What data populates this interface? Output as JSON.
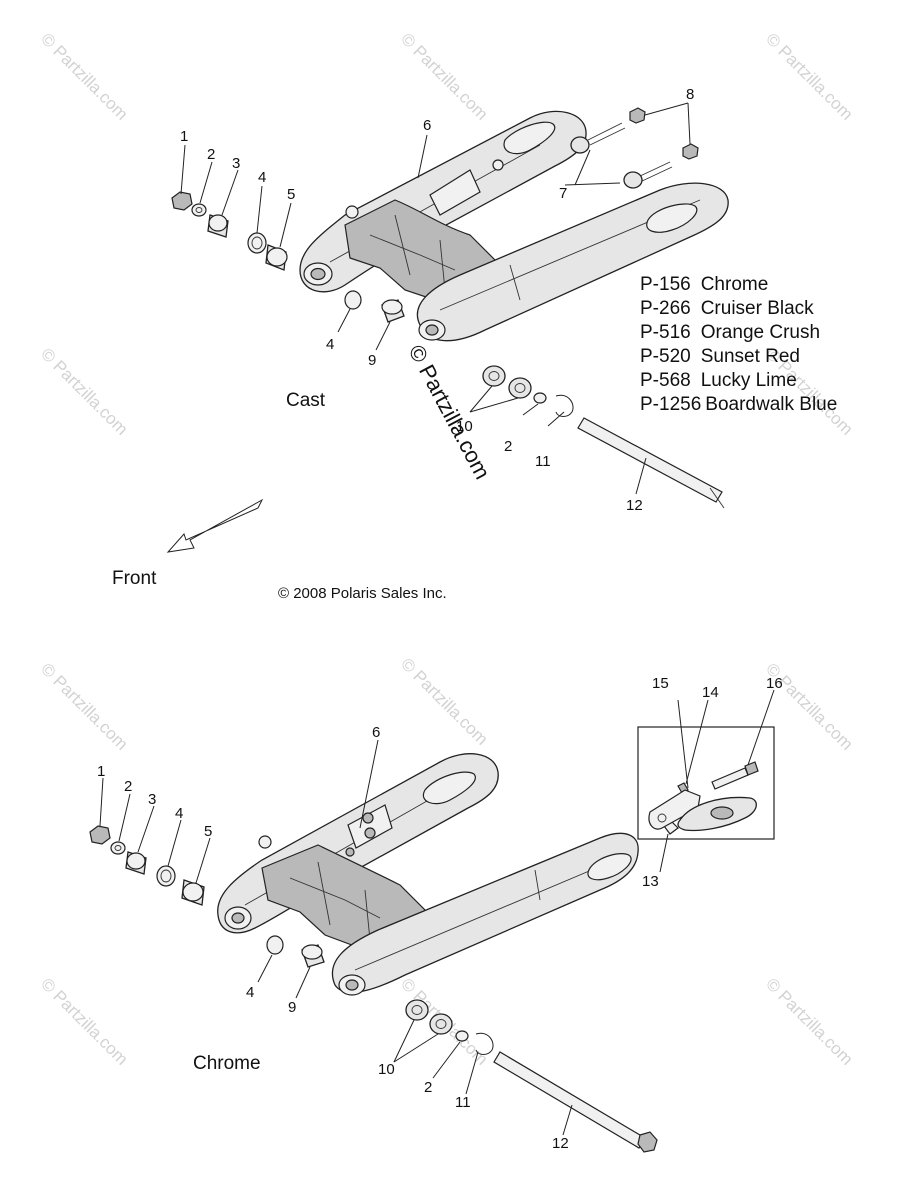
{
  "watermark": {
    "text": "© Partzilla.com"
  },
  "center_watermark": "© Partzilla.com",
  "copyright": "© 2008 Polaris Sales Inc.",
  "front_label": "Front",
  "top_view": {
    "variant_label": "Cast",
    "callouts": [
      "1",
      "2",
      "3",
      "4",
      "5",
      "6",
      "7",
      "8",
      "4",
      "9",
      "10",
      "2",
      "11",
      "12"
    ]
  },
  "bottom_view": {
    "variant_label": "Chrome",
    "callouts": [
      "1",
      "2",
      "3",
      "4",
      "5",
      "6",
      "4",
      "9",
      "10",
      "2",
      "11",
      "12",
      "13",
      "14",
      "15",
      "16"
    ]
  },
  "color_codes": [
    {
      "code": "P-156",
      "name": "Chrome"
    },
    {
      "code": "P-266",
      "name": "Cruiser Black"
    },
    {
      "code": "P-516",
      "name": "Orange Crush"
    },
    {
      "code": "P-520",
      "name": "Sunset Red"
    },
    {
      "code": "P-568",
      "name": "Lucky Lime"
    },
    {
      "code": "P-1256",
      "name": "Boardwalk Blue"
    }
  ]
}
